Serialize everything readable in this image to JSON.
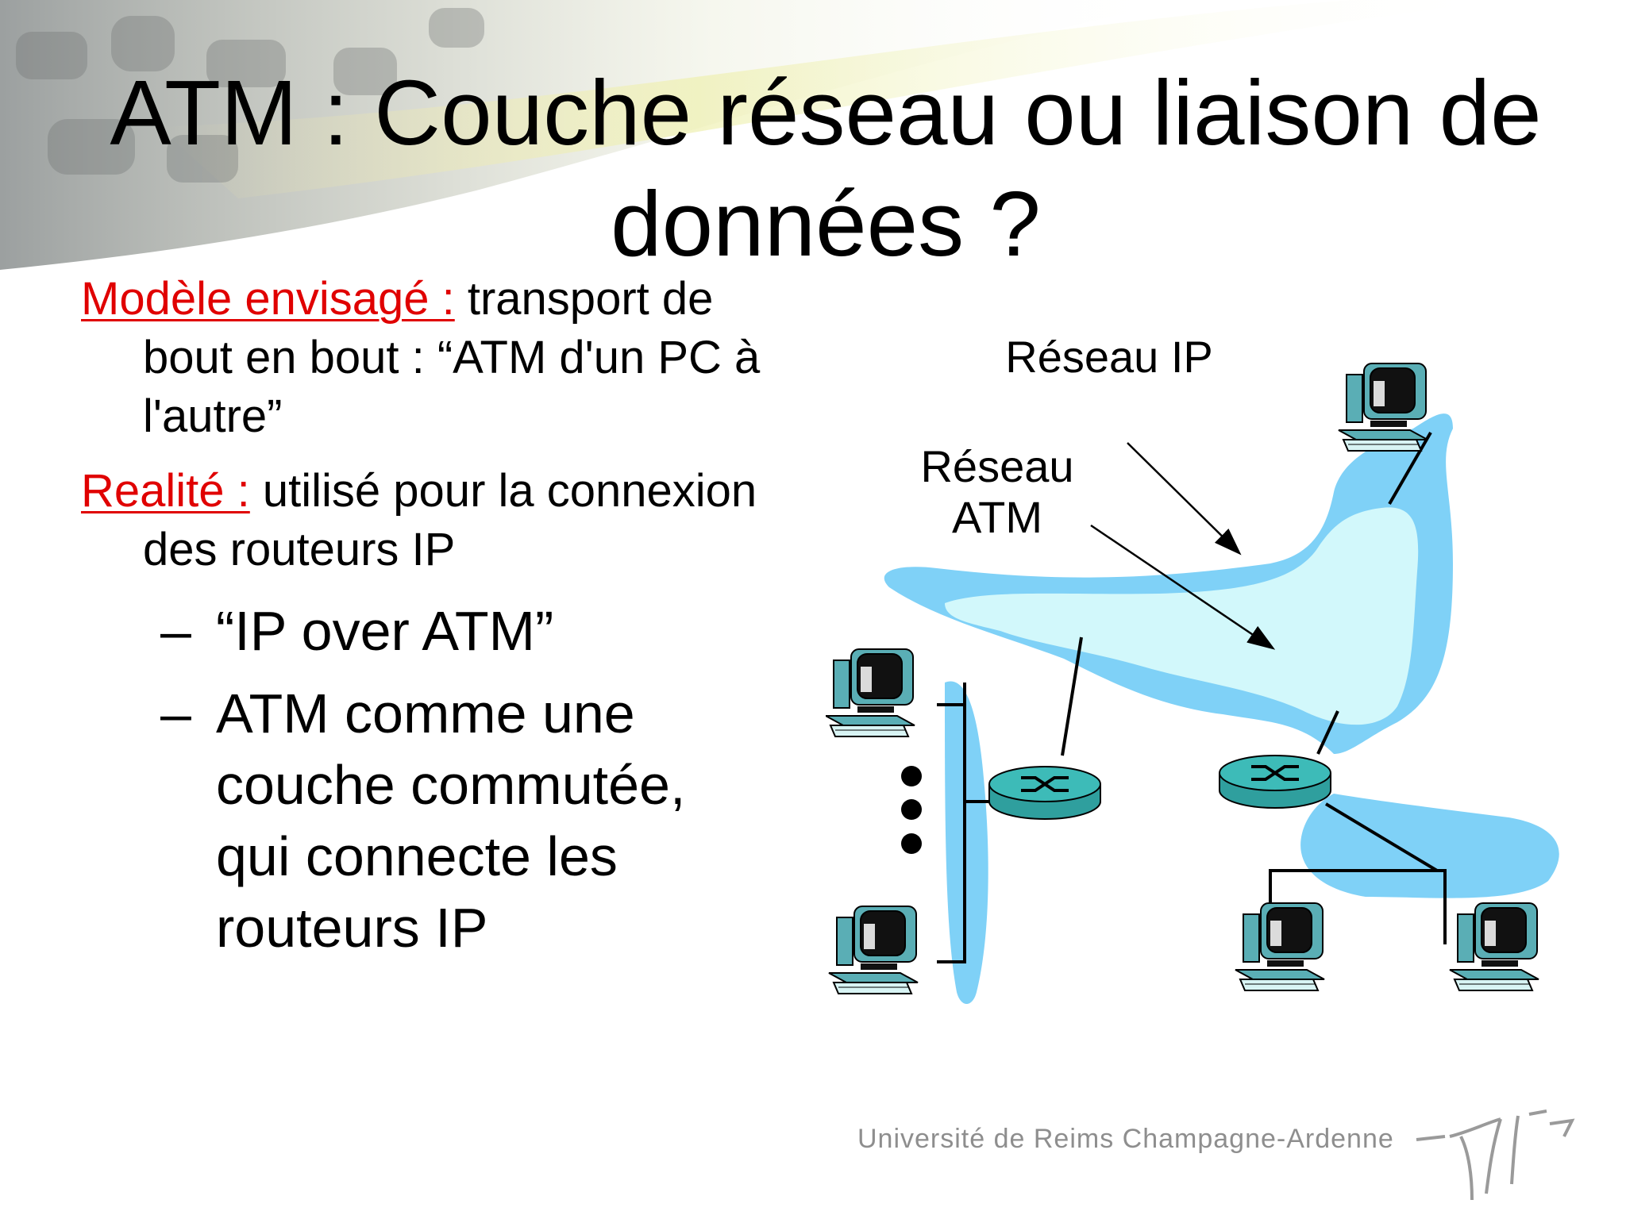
{
  "title": "ATM : Couche réseau ou liaison de données ?",
  "bullets": [
    {
      "label": "Modèle envisagé :",
      "text": " transport de bout en bout : “ATM d'un PC à l'autre”"
    },
    {
      "label": "Realité :",
      "text": " utilisé pour la connexion des routeurs IP"
    }
  ],
  "sub_bullets": [
    {
      "dash": "–",
      "text": "“IP over ATM”"
    },
    {
      "dash": "–",
      "text": "ATM comme une couche commutée, qui connecte les routeurs IP"
    }
  ],
  "diagram": {
    "label_ip_network": "Réseau IP",
    "label_atm_network": "Réseau ATM",
    "colors": {
      "ip_cloud": "#7fd1f7",
      "atm_cloud": "#d2f8fb",
      "router": "#2f9f9e"
    },
    "icons": [
      "computer-icon",
      "router-icon",
      "ellipsis-dots"
    ]
  },
  "footer": {
    "university": "Université de Reims Champagne-Ardenne"
  }
}
